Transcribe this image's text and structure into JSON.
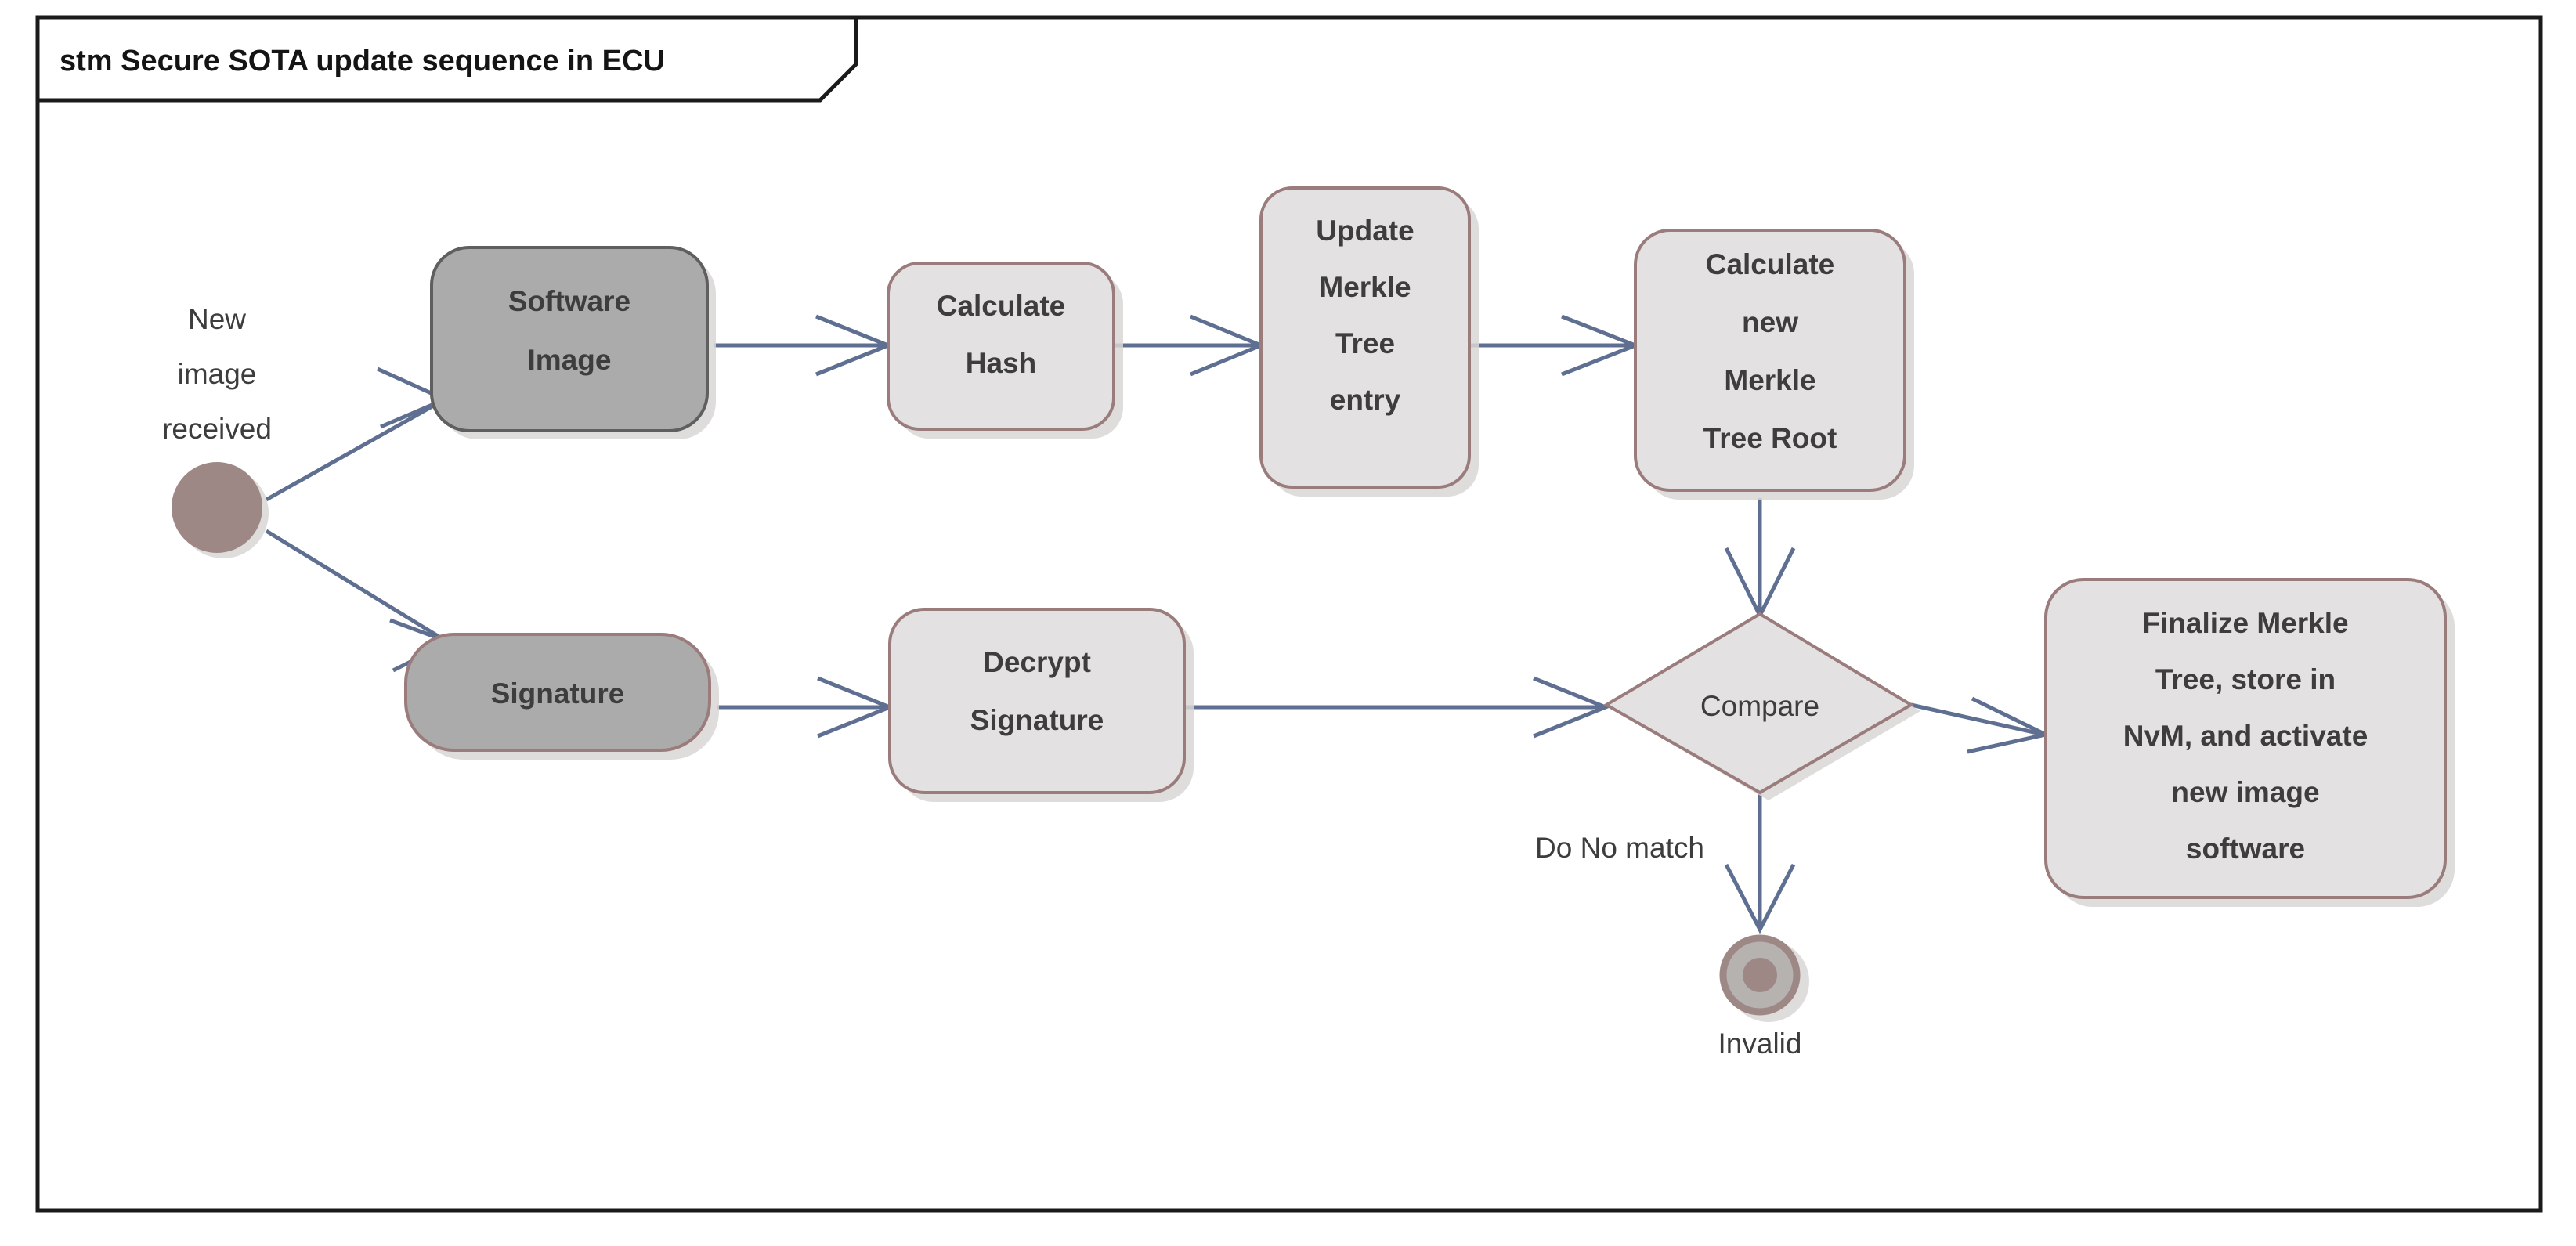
{
  "frame": {
    "title": "stm Secure SOTA update sequence in ECU",
    "type": "uml-state-machine-frame",
    "border_color": "#1a1a1a",
    "background": "#ffffff"
  },
  "palette": {
    "edge_color": "#5f6f91",
    "light_node_fill": "#e3e1e1",
    "dark_node_fill": "#ababab",
    "mauve_border": "#9b7c7c",
    "gray_border": "#5f5f5f",
    "initial_node_color": "#9d8886",
    "final_ring_fill": "#b6b2b0",
    "text_color": "#3d3d3d"
  },
  "nodes": {
    "initial": {
      "id": "initial-state",
      "kind": "initial-node",
      "label_lines": [
        "New",
        "image",
        "received"
      ],
      "label_text": "New image received"
    },
    "software_image": {
      "id": "software-image",
      "kind": "state",
      "style": "dark",
      "label_lines": [
        "Software",
        "Image"
      ],
      "label_text": "Software Image"
    },
    "calculate_hash": {
      "id": "calculate-hash",
      "kind": "state",
      "style": "light",
      "label_lines": [
        "Calculate",
        "Hash"
      ],
      "label_text": "Calculate Hash"
    },
    "update_merkle_entry": {
      "id": "update-merkle-tree-entry",
      "kind": "state",
      "style": "light",
      "label_lines": [
        "Update",
        "Merkle",
        "Tree",
        "entry"
      ],
      "label_text": "Update Merkle Tree entry"
    },
    "calculate_root": {
      "id": "calculate-new-merkle-tree-root",
      "kind": "state",
      "style": "light",
      "label_lines": [
        "Calculate",
        "new",
        "Merkle",
        "Tree Root"
      ],
      "label_text": "Calculate new Merkle Tree Root"
    },
    "signature": {
      "id": "signature",
      "kind": "state",
      "style": "dark",
      "label_lines": [
        "Signature"
      ],
      "label_text": "Signature"
    },
    "decrypt_signature": {
      "id": "decrypt-signature",
      "kind": "state",
      "style": "light",
      "label_lines": [
        "Decrypt",
        "Signature"
      ],
      "label_text": "Decrypt Signature"
    },
    "compare": {
      "id": "compare",
      "kind": "decision",
      "label_lines": [
        "Compare"
      ],
      "label_text": "Compare"
    },
    "finalize": {
      "id": "finalize-merkle-tree",
      "kind": "state",
      "style": "light",
      "label_lines": [
        "Finalize Merkle",
        "Tree, store in",
        "NvM, and activate",
        "new image",
        "software"
      ],
      "label_text": "Finalize Merkle Tree, store in NvM, and activate new image software"
    },
    "invalid": {
      "id": "invalid-final-state",
      "kind": "final-node",
      "label_lines": [
        "Invalid"
      ],
      "label_text": "Invalid"
    }
  },
  "edge_labels": {
    "no_match": "Do No match"
  },
  "transitions": [
    {
      "from": "initial",
      "to": "software_image",
      "label": ""
    },
    {
      "from": "initial",
      "to": "signature",
      "label": ""
    },
    {
      "from": "software_image",
      "to": "calculate_hash",
      "label": ""
    },
    {
      "from": "calculate_hash",
      "to": "update_merkle_entry",
      "label": ""
    },
    {
      "from": "update_merkle_entry",
      "to": "calculate_root",
      "label": ""
    },
    {
      "from": "calculate_root",
      "to": "compare",
      "label": ""
    },
    {
      "from": "signature",
      "to": "decrypt_signature",
      "label": ""
    },
    {
      "from": "decrypt_signature",
      "to": "compare",
      "label": ""
    },
    {
      "from": "compare",
      "to": "finalize",
      "label": ""
    },
    {
      "from": "compare",
      "to": "invalid",
      "label": "Do No match"
    }
  ]
}
